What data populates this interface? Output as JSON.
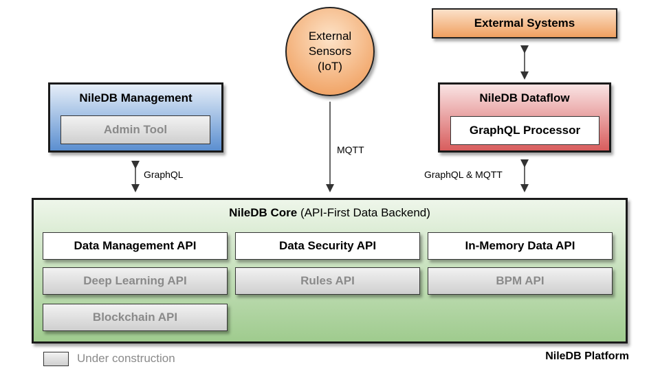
{
  "management": {
    "title": "NileDB Management",
    "admin_tool": "Admin Tool"
  },
  "sensors": {
    "line1": "External",
    "line2": "Sensors",
    "line3": "(IoT)"
  },
  "external_systems": "Extermal Systems",
  "dataflow": {
    "title": "NileDB Dataflow",
    "processor": "GraphQL Processor"
  },
  "connections": {
    "graphql": "GraphQL",
    "mqtt": "MQTT",
    "graphql_mqtt": "GraphQL & MQTT"
  },
  "core": {
    "title_bold": "NileDB Core",
    "title_rest": " (API-First Data Backend)",
    "apis": {
      "data_management": "Data Management API",
      "data_security": "Data Security API",
      "in_memory": "In-Memory Data API",
      "deep_learning": "Deep Learning API",
      "rules": "Rules API",
      "bpm": "BPM API",
      "blockchain": "Blockchain API"
    }
  },
  "legend": {
    "under_construction": "Under construction"
  },
  "platform_label": "NileDB Platform",
  "colors": {
    "management_fill": "#5b8fd0",
    "sensors_fill": "#f0a060",
    "external_systems_fill": "#f0a060",
    "dataflow_fill": "#d85d5d",
    "core_fill": "#9fcb8e",
    "under_construction_text": "#8a8a8a"
  }
}
